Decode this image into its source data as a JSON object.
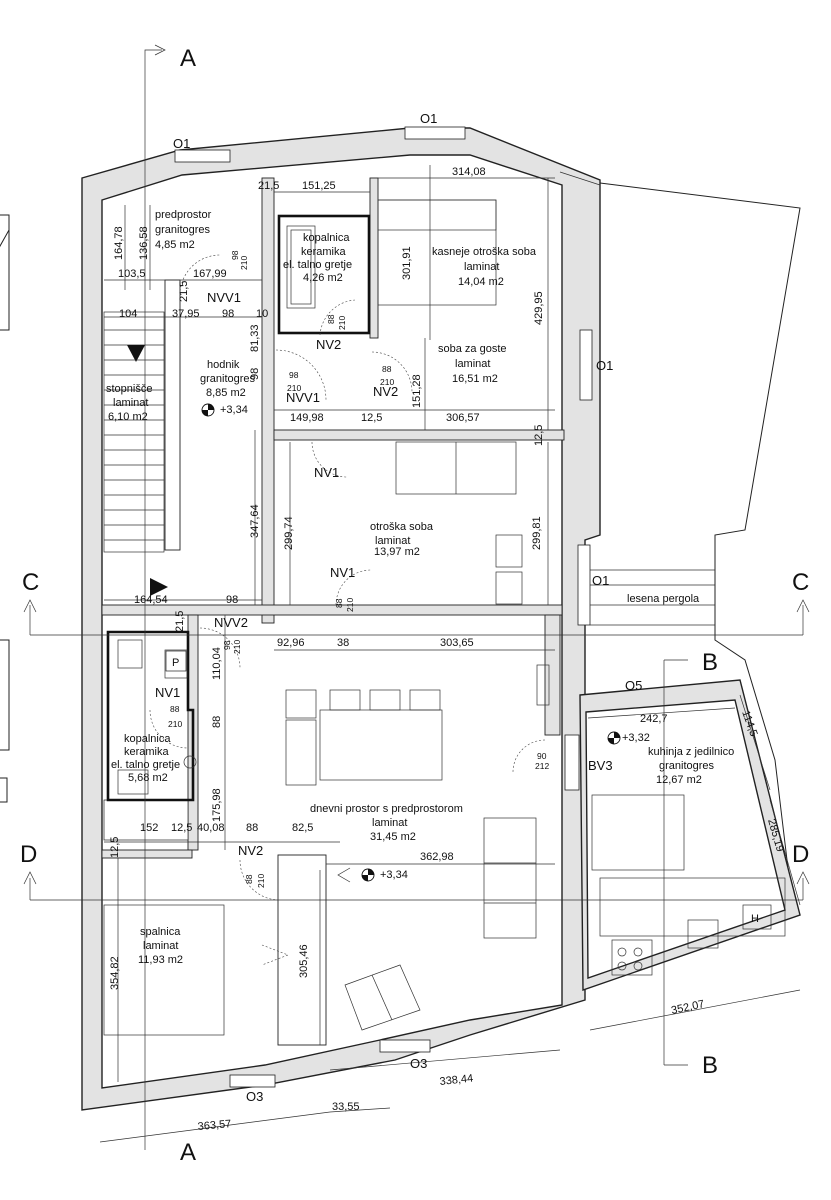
{
  "sections": {
    "a": "A",
    "b": "B",
    "c": "C",
    "d": "D"
  },
  "openings": {
    "o1": "O1",
    "o3": "O3",
    "o5": "O5"
  },
  "doors": {
    "nvv1": "NVV1",
    "nv2": "NV2",
    "nv1": "NV1",
    "nvv2": "NVV2",
    "bv3": "BV3"
  },
  "rooms": {
    "predprostor": {
      "name": "predprostor",
      "floor": "granitogres",
      "area": "4,85 m2"
    },
    "kopalnica1": {
      "name": "kopalnica",
      "floor": "keramika",
      "extra": "el. talno gretje",
      "area": "4,26 m2"
    },
    "kasneje": {
      "name": "kasneje otroška soba",
      "floor": "laminat",
      "area": "14,04 m2"
    },
    "goste": {
      "name": "soba za goste",
      "floor": "laminat",
      "area": "16,51 m2"
    },
    "hodnik": {
      "name": "hodnik",
      "floor": "granitogres",
      "area": "8,85 m2"
    },
    "stopnisce": {
      "name": "stopnišče",
      "floor": "laminat",
      "area": "6,10 m2"
    },
    "otroska": {
      "name": "otroška soba",
      "floor": "laminat",
      "area": "13,97 m2"
    },
    "kopalnica2": {
      "name": "kopalnica",
      "floor": "keramika",
      "extra": "el. talno gretje",
      "area": "5,68 m2"
    },
    "dnevni": {
      "name": "dnevni prostor s predprostorom",
      "floor": "laminat",
      "area": "31,45 m2"
    },
    "spalnica": {
      "name": "spalnica",
      "floor": "laminat",
      "area": "11,93 m2"
    },
    "kuhinja": {
      "name": "kuhinja z jedilnico",
      "floor": "granitogres",
      "area": "12,67 m2"
    },
    "pergola": {
      "name": "lesena pergola"
    }
  },
  "levels": {
    "l1": "+3,34",
    "l2": "+3,34",
    "l3": "+3,32"
  },
  "symbols": {
    "p": "P",
    "h": "H"
  },
  "dims": {
    "d314": "314,08",
    "d21": "21,5",
    "d151": "151,25",
    "d164": "164,78",
    "d136": "136,58",
    "d103": "103,5",
    "d167": "167,99",
    "d301": "301,91",
    "d429": "429,95",
    "d215a": "21,5",
    "d104": "104",
    "d3795": "37,95",
    "d98a": "98",
    "d10": "10",
    "d8133": "81,33",
    "d98b": "98",
    "d14998": "149,98",
    "d125a": "12,5",
    "d30657": "306,57",
    "d15128": "151,28",
    "d125b": "12,5",
    "d34764": "347,64",
    "d29974": "299,74",
    "d29981": "299,81",
    "d16454": "164,54",
    "d98c": "98",
    "d215b": "21,5",
    "d9296": "92,96",
    "d38": "38",
    "d30365": "303,65",
    "d11004": "110,04",
    "d88a": "88",
    "d17598": "175,98",
    "d2427": "242,7",
    "d1145": "114,5",
    "d152": "152",
    "d125c": "12,5",
    "d4008": "40,08",
    "d88b": "88",
    "d825": "82,5",
    "d36298": "362,98",
    "d28519": "285,19",
    "d125d": "12,5",
    "d35482": "354,82",
    "d30546": "305,46",
    "d35207": "352,07",
    "d33844": "338,44",
    "d36357": "363,57",
    "d3355": "33,55"
  },
  "door_dims": {
    "k1w": "88",
    "k1h": "210",
    "k2w": "98",
    "k2h": "210",
    "h1w": "98",
    "h1h": "210",
    "h2w": "88",
    "h2h": "210",
    "o1w": "88",
    "o1h": "210",
    "o2w": "98",
    "o2h": "210",
    "kp2w": "88",
    "kp2h": "210",
    "bv3w": "90",
    "bv3h": "212",
    "spw": "88",
    "sph": "210"
  }
}
